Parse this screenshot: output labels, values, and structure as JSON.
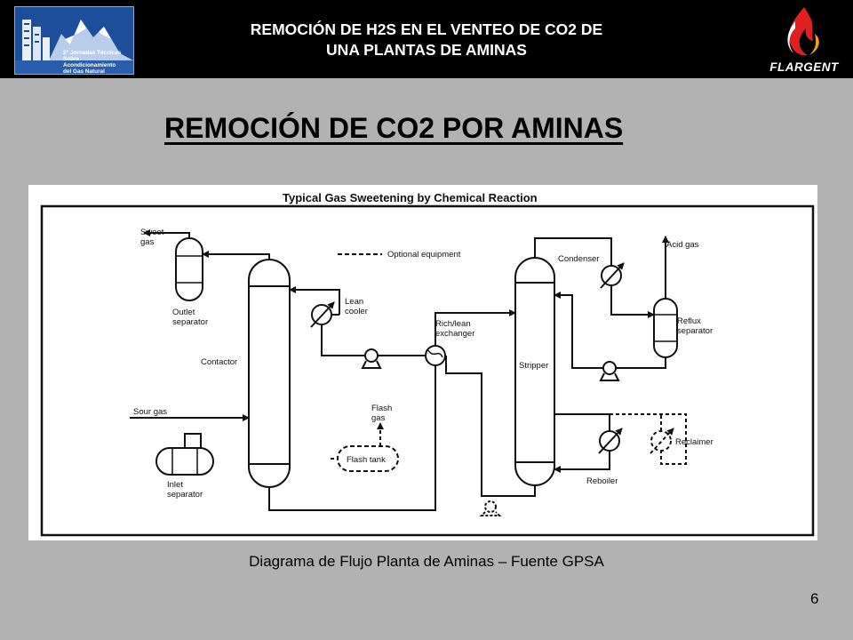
{
  "header": {
    "title_line1": "REMOCIÓN DE H2S EN EL VENTEO DE CO2 DE",
    "title_line2": "UNA PLANTAS DE AMINAS",
    "logo_left_caption": [
      "2° Jornadas Técnicas",
      "Sobre Acondicionamiento",
      "del Gas Natural"
    ],
    "logo_right_brand": "FLARGENT"
  },
  "main_title": "REMOCIÓN DE CO2 POR AMINAS",
  "diagram": {
    "title": "Typical Gas Sweetening by Chemical Reaction",
    "legend": "Optional equipment",
    "labels": {
      "sweet_gas_1": "Sweet",
      "sweet_gas_2": "gas",
      "outlet_sep_1": "Outlet",
      "outlet_sep_2": "separator",
      "contactor": "Contactor",
      "lean_cooler_1": "Lean",
      "lean_cooler_2": "cooler",
      "rich_lean_1": "Rich/lean",
      "rich_lean_2": "exchanger",
      "stripper": "Stripper",
      "condenser": "Condenser",
      "acid_gas": "Acid gas",
      "reflux_1": "Reflux",
      "reflux_2": "separator",
      "sour_gas": "Sour gas",
      "flash_gas_1": "Flash",
      "flash_gas_2": "gas",
      "flash_tank": "Flash tank",
      "inlet_sep_1": "Inlet",
      "inlet_sep_2": "separator",
      "reboiler": "Reboiler",
      "reclaimer": "Reclaimer"
    }
  },
  "caption": "Diagrama de Flujo Planta de Aminas – Fuente GPSA",
  "page_number": "6"
}
